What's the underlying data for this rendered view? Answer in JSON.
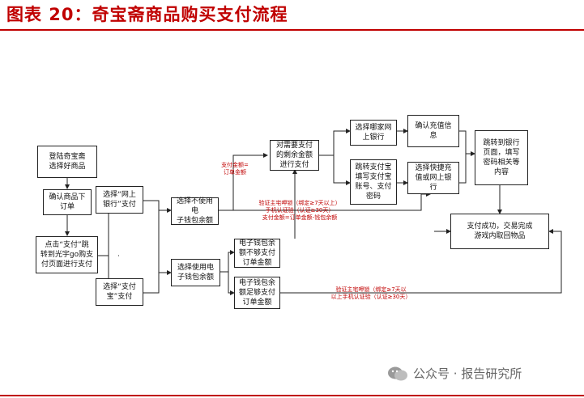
{
  "title": "图表 20：奇宝斋商品购买支付流程",
  "nodes": {
    "login": "登陆奇宝斋\n选择好商品",
    "confirm": "确认商品下\n订单",
    "click_pay": "点击“支付”跳\n转到光宇go购支\n付页面进行支付",
    "select_bank": "选择“网上\n银行”支付",
    "select_alipay": "选择“支付\n宝”支付",
    "no_wallet": "选择不使用电\n子钱包余额",
    "use_wallet": "选择使用电\n子钱包余额",
    "wallet_short": "电子钱包余\n额不够支付\n订单金额",
    "wallet_enough": "电子钱包余\n额足够支付\n订单金额",
    "pay_remaining": "对需要支付\n的剩余金额\n进行支付",
    "choose_bank": "选择哪家网\n上银行",
    "fill_alipay": "跳转支付宝\n填写支付宝\n账号、支付\n密码",
    "confirm_info": "确认充值信\n息",
    "quick_pay": "选择快捷充\n值或网上银\n行",
    "bank_page": "跳转到银行\n页面，填写\n密码相关等\n内容",
    "success": "支付成功，交易完成\n游戏内取回物品"
  },
  "annotations": {
    "pay_amount": "支付金额=\n订单金额",
    "verify_top": "验证主宅呷锁（绑定≥7天以上）\n手机认证验（认证≥30天）\n支付金额=订单金额-钱包余额",
    "verify_bottom": "验证主宅呷锁（绑定≥7天以\n以上手机认证验（认证≥30天）"
  },
  "watermark": "公众号 · 报告研究所",
  "colors": {
    "title": "#c00000",
    "annotation": "#c00000",
    "line": "#222222"
  }
}
